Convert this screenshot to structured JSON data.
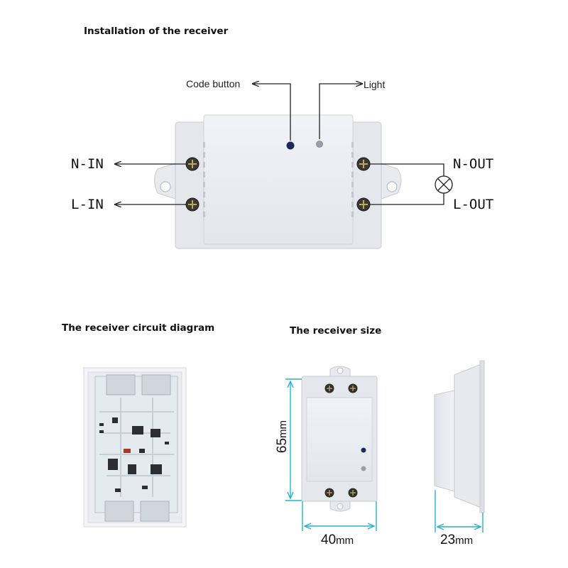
{
  "headings": {
    "installation": "Installation of the receiver",
    "circuit": "The receiver circuit diagram",
    "size": "The receiver size"
  },
  "callouts": {
    "code_button": "Code button",
    "light": "Light"
  },
  "terminals": {
    "n_in": "N-IN",
    "l_in": "L-IN",
    "n_out": "N-OUT",
    "l_out": "L-OUT"
  },
  "dimensions": {
    "height_value": "65",
    "width_value": "40",
    "depth_value": "23",
    "unit": "mm"
  },
  "colors": {
    "housing": "#ebeef2",
    "housing_edge": "#c9ced6",
    "pcb": "#e3eaf0",
    "dimension_line": "#27b3c9",
    "arrow": "#222222"
  }
}
